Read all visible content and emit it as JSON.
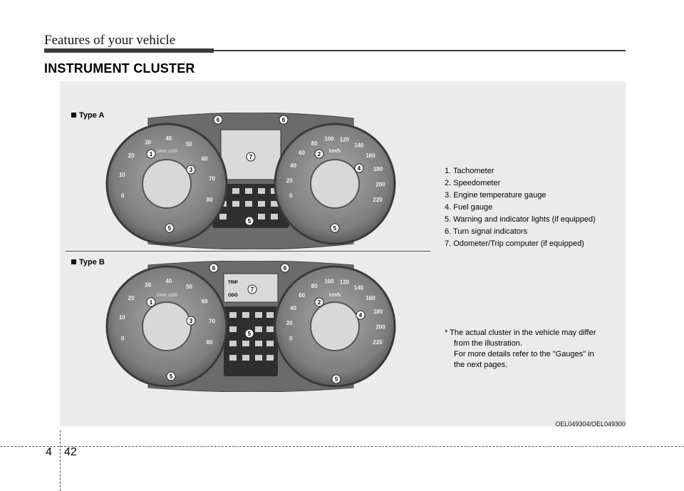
{
  "header": {
    "chapter_title": "Features of your vehicle"
  },
  "section": {
    "title": "INSTRUMENT CLUSTER"
  },
  "types": [
    {
      "label": "Type A"
    },
    {
      "label": "Type B"
    }
  ],
  "legend": [
    "1. Tachometer",
    "2. Speedometer",
    "3. Engine temperature gauge",
    "4. Fuel gauge",
    "5. Warning and indicator lights (if equipped)",
    "6. Turn signal indicators",
    "7. Odometer/Trip computer (if equipped)"
  ],
  "note": {
    "line1": "* The actual cluster in the vehicle may differ",
    "line2": "from the illustration.",
    "line3": "For more details refer to the \"Gauges\" in",
    "line4": "the next pages."
  },
  "image_code": "OEL049304/OEL049300",
  "page": {
    "chapter": "4",
    "number": "42"
  },
  "gauges": {
    "tach_unit": "1/min x100",
    "tach_ticks": [
      "0",
      "10",
      "20",
      "30",
      "40",
      "50",
      "60",
      "70",
      "80"
    ],
    "speed_unit": "km/h",
    "speed_ticks": [
      "0",
      "20",
      "40",
      "60",
      "80",
      "100",
      "120",
      "140",
      "160",
      "180",
      "200",
      "220"
    ],
    "callouts": [
      "1",
      "2",
      "3",
      "4",
      "5",
      "6",
      "7"
    ],
    "typeb_lcd_trip": "TRIP",
    "typeb_lcd_odo": "ODO"
  }
}
